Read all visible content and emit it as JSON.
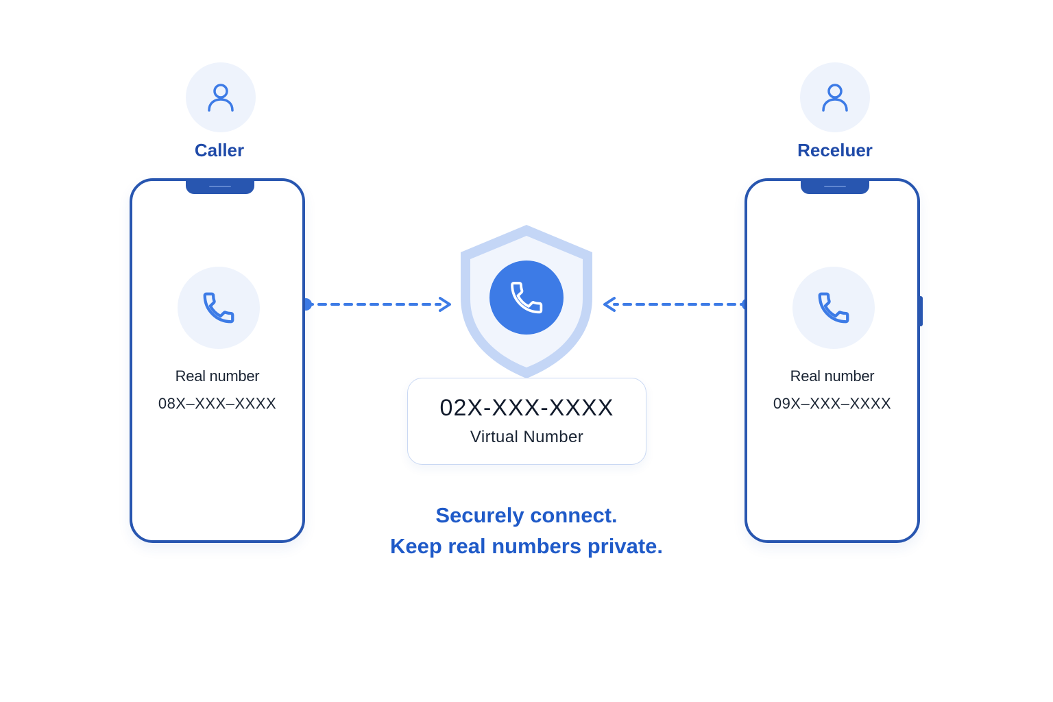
{
  "caller": {
    "role_label": "Caller",
    "avatar_icon": "user-icon",
    "phone_icon": "phone-icon",
    "real_label": "Real number",
    "real_number": "08X–XXX–XXXX"
  },
  "receiver": {
    "role_label": "Receluer",
    "avatar_icon": "user-icon",
    "phone_icon": "phone-icon",
    "real_label": "Real number",
    "real_number": "09X–XXX–XXXX"
  },
  "virtual": {
    "icon": "shield-phone-icon",
    "number": "02X-XXX-XXXX",
    "label": "Virtual Number"
  },
  "tagline": {
    "line1": "Securely connect.",
    "line2": "Keep real numbers private."
  },
  "colors": {
    "primary": "#2856b0",
    "accent": "#3d7be6",
    "light_fill": "#eef3fc",
    "text": "#1a2433"
  }
}
